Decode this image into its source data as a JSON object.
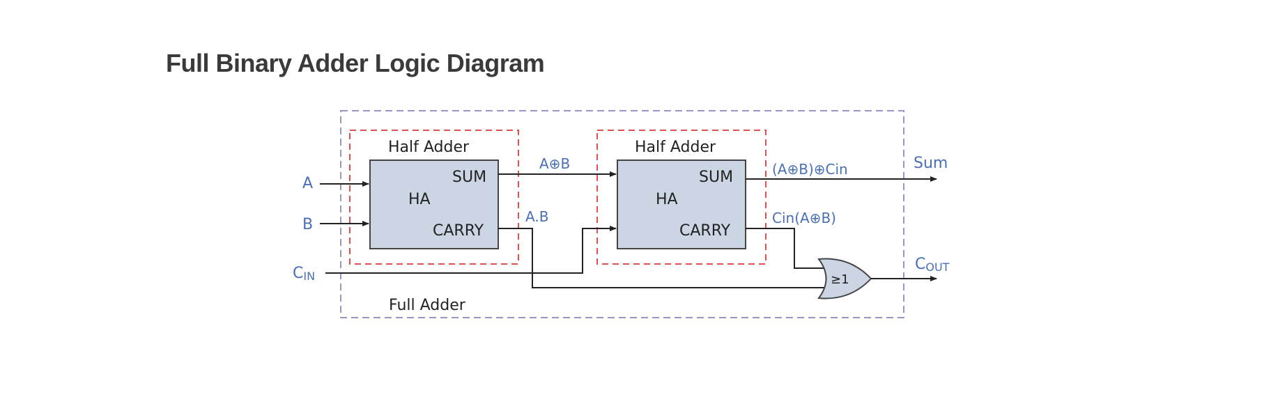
{
  "title": "Full Binary Adder Logic Diagram",
  "colors": {
    "block_fill": "#ccd5e3",
    "signal_label": "#4a6fb5",
    "outer_border": "#9b95c6",
    "inner_border": "#e05050"
  },
  "diagram": {
    "outer_label": "Full Adder",
    "half_adder_1": {
      "title": "Half Adder",
      "center": "HA",
      "sum": "SUM",
      "carry": "CARRY"
    },
    "half_adder_2": {
      "title": "Half Adder",
      "center": "HA",
      "sum": "SUM",
      "carry": "CARRY"
    },
    "or_gate": {
      "label": "≥1"
    },
    "inputs": {
      "a": "A",
      "b": "B",
      "cin_main": "C",
      "cin_sub": "IN"
    },
    "signals": {
      "a_xor_b": "A⊕B",
      "a_and_b": "A.B",
      "sum_expr": "(A⊕B)⊕Cin",
      "carry_expr": "Cin(A⊕B)"
    },
    "outputs": {
      "sum": "Sum",
      "cout_main": "C",
      "cout_sub": "OUT"
    }
  }
}
